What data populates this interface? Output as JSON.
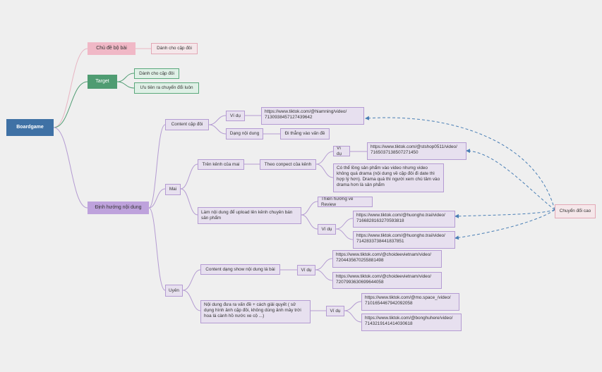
{
  "root": "Boardgame",
  "branches": {
    "chu_de": "Chủ đề bộ bài",
    "chu_de_child": "Dành cho cặp đôi",
    "target": "Target",
    "target_children": [
      "Dành cho cặp đôi",
      "Ưu tiên ra chuyển đổi luôn"
    ],
    "dinh_huong": "Định hướng nội dung"
  },
  "content_cap_doi": {
    "label": "Content cặp đôi",
    "vi_du": "Ví dụ",
    "link": "https://www.tiktok.com/@hiamning/video/\n7130938457127439642",
    "dang_noi_dung": "Dạng nội dung",
    "di_thang": "Đi thẳng vào vấn đề"
  },
  "mai": {
    "label": "Mai",
    "tren_kenh": "Trên kênh của mai",
    "theo_concept": "Theo conpect của kênh",
    "vi_du": "Ví dụ",
    "link1": "https://www.tiktok.com/@stshop0511/video/\n7165037138507271450",
    "desc": "Có thể lồng sản phẩm vào video nhưng video không quá drama (nội dung về cặp đôi đi date thì hợp lý hơn). Drama quá thì người xem chú tâm vào drama hơn là sản phẩm",
    "lam_noi_dung": "Làm nội dung để upload lên kênh chuyên bán sản phẩm",
    "thien_huong": "Thiên hướng về Review",
    "vi_du2": "Ví dụ",
    "link2": "https://www.tiktok.com/@huongho.trai/video/\n7166828163270593818",
    "link3": "https://www.tiktok.com/@huongho.trai/video/\n7142833738441837851"
  },
  "uyen": {
    "label": "Uyên",
    "content_show": "Content dạng show nội dung lá bài",
    "vi_du": "Ví dụ",
    "link1": "https://www.tiktok.com/@choideevietnam/video/\n7204435670255881498",
    "link2": "https://www.tiktok.com/@choideevietnam/video/\n7207993630699644058",
    "noi_dung_dua": "Nội dung đưa ra vấn đề + cách giải quyết ( sử dụng hình ảnh cặp đôi, không dùng ảnh mây trời hoa lá cành hồ nước xe cộ ...)",
    "vi_du2": "Ví dụ",
    "link3": "https://www.tiktok.com/@mo.space_/video/\n7101654467942092058",
    "link4": "https://www.tiktok.com/@bonghuhere/video/\n7143219141414030618"
  },
  "chuyen_doi_cao": "Chuyển đổi cao",
  "colors": {
    "root": "#3f71a5",
    "green": "#4f9c72",
    "pink": "#f0b8c6",
    "purple": "#bea2dc",
    "dashed_arrow": "#4a7fb5"
  }
}
